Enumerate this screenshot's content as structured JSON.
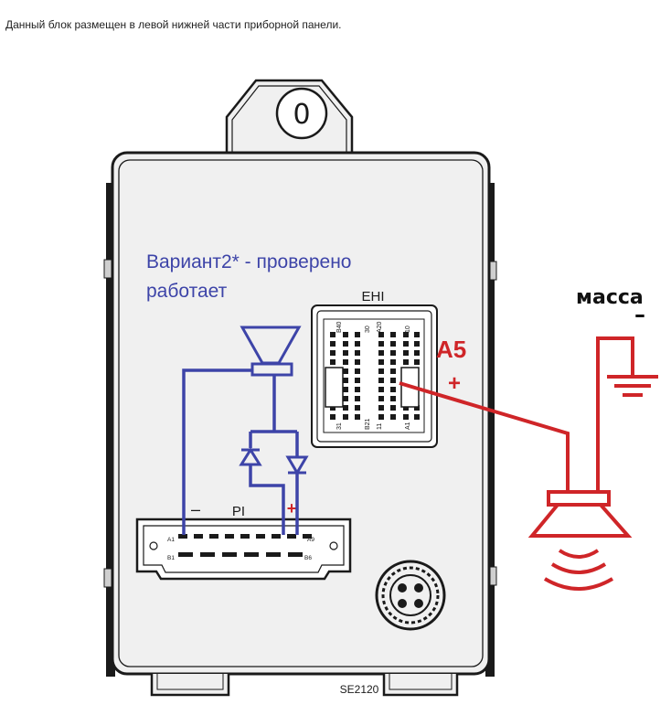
{
  "caption": "Данный блок размещен в левой нижней части приборной панели.",
  "tab_label": "0",
  "variant_line1": "Вариант2* - проверено",
  "variant_line2": "работает",
  "ehi_label": "EHI",
  "pi_label": "PI",
  "pi_minus": "–",
  "pi_plus": "+",
  "a5_label": "A5",
  "a5_plus": "+",
  "massa_label": "масса",
  "massa_minus": "–",
  "model_code": "SE2120",
  "ehi_pins": {
    "b40": "B40",
    "p30": "30",
    "a20": "A20",
    "p10": "10",
    "p31": "31",
    "b21": "B21",
    "p11": "11",
    "a1": "A1"
  },
  "pi_pins": {
    "a1": "A1",
    "a9": "A9",
    "b1": "B1",
    "b6": "B6"
  },
  "colors": {
    "blue": "#3d44a8",
    "red": "#cf2528",
    "outline": "#1a1a1a",
    "panel": "#f0f0f0"
  }
}
